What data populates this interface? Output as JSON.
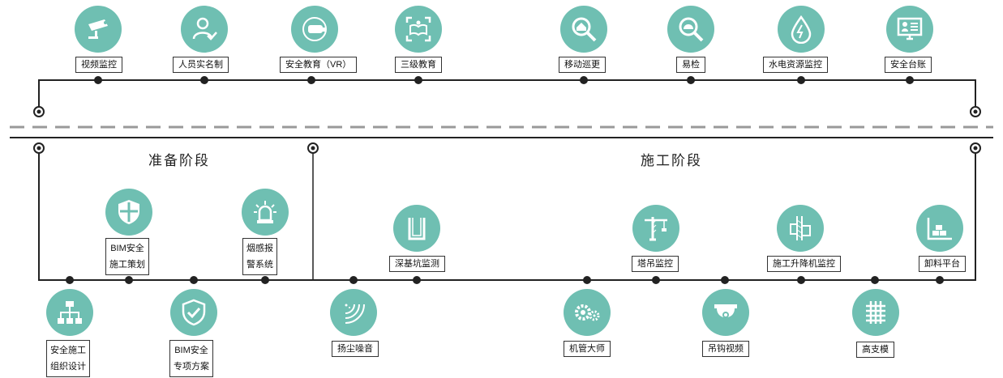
{
  "stages": {
    "prep": "准备阶段",
    "construction": "施工阶段"
  },
  "top": [
    {
      "label": "视频监控",
      "icon": "cctv-camera-icon"
    },
    {
      "label": "人员实名制",
      "icon": "person-verified-icon"
    },
    {
      "label": "安全教育（VR）",
      "icon": "vr-headset-icon"
    },
    {
      "label": "三级教育",
      "icon": "book-scan-icon"
    },
    {
      "label": "移动巡更",
      "icon": "search-home-icon"
    },
    {
      "label": "易检",
      "icon": "search-helmet-icon"
    },
    {
      "label": "水电资源监控",
      "icon": "water-power-icon"
    },
    {
      "label": "安全台账",
      "icon": "ledger-monitor-icon"
    }
  ],
  "prep_above": [
    {
      "label1": "BIM安全",
      "label2": "施工策划",
      "icon": "shield-icon"
    },
    {
      "label1": "烟感报",
      "label2": "警系统",
      "icon": "alarm-light-icon"
    }
  ],
  "prep_below": [
    {
      "label1": "安全施工",
      "label2": "组织设计",
      "icon": "org-chart-icon"
    },
    {
      "label1": "BIM安全",
      "label2": "专项方案",
      "icon": "shield-check-icon"
    }
  ],
  "cons_above": [
    {
      "label": "深基坑监测",
      "icon": "foundation-pit-icon"
    },
    {
      "label": "塔吊监控",
      "icon": "tower-crane-icon"
    },
    {
      "label": "施工升降机监控",
      "icon": "construction-elevator-icon"
    },
    {
      "label": "卸料平台",
      "icon": "unloading-platform-icon"
    }
  ],
  "cons_below": [
    {
      "label": "扬尘噪音",
      "icon": "dust-noise-icon"
    },
    {
      "label": "机管大师",
      "icon": "gears-icon"
    },
    {
      "label": "吊钩视频",
      "icon": "hook-camera-icon"
    },
    {
      "label": "高支模",
      "icon": "grid-formwork-icon"
    }
  ]
}
